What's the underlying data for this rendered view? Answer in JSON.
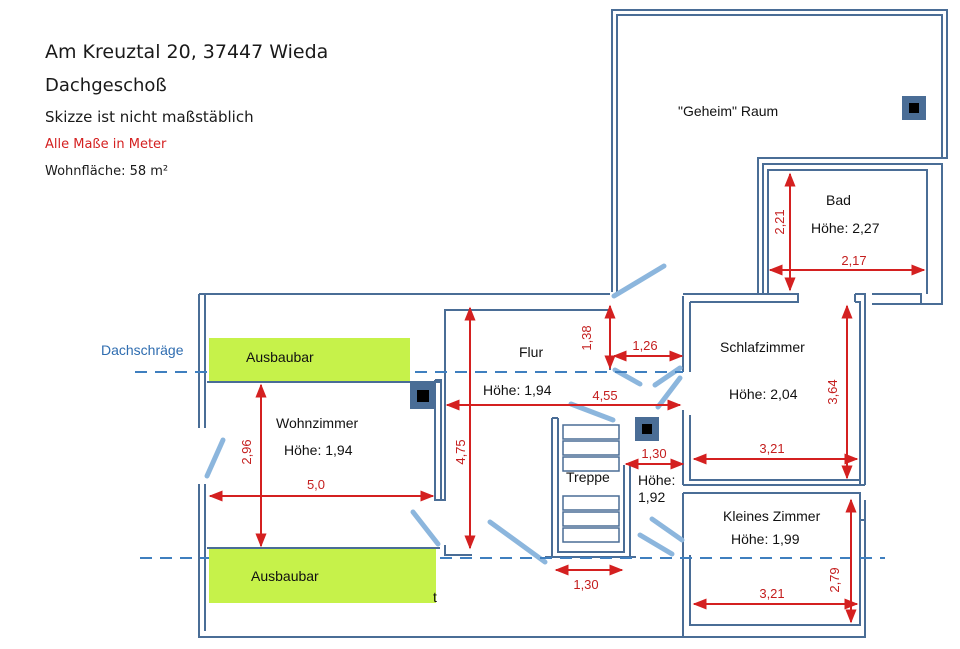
{
  "header": {
    "address": "Am Kreuztal 20, 37447 Wieda",
    "floor": "Dachgeschoß",
    "note": "Skizze ist nicht maßstäblich",
    "units": "Alle Maße in Meter",
    "living_area": "Wohnfläche: 58 m²"
  },
  "rooms": {
    "geheim": "\"Geheim\" Raum",
    "bad": "Bad",
    "bad_height": "Höhe: 2,27",
    "flur": "Flur",
    "flur_height": "Höhe: 1,94",
    "schlaf": "Schlafzimmer",
    "schlaf_height": "Höhe: 2,04",
    "wohn": "Wohnzimmer",
    "wohn_height": "Höhe: 1,94",
    "treppe": "Treppe",
    "treppe_height_1": "Höhe:",
    "treppe_height_2": "1,92",
    "klein": "Kleines Zimmer",
    "klein_height": "Höhe: 1,99",
    "ausbau_top": "Ausbaubar",
    "ausbau_bottom": "Ausbaubar",
    "hidden_tail": "t"
  },
  "labels": {
    "dachschraege": "Dachschräge"
  },
  "dimensions": {
    "bad_h": "2,21",
    "bad_w": "2,17",
    "flur_h": "1,38",
    "door_w": "1,26",
    "schlaf_h": "3,64",
    "schlaf_w": "3,21",
    "flur_w": "4,55",
    "flur_len": "4,75",
    "wohn_h": "2,96",
    "wohn_w": "5,0",
    "treppe_gap": "1,30",
    "treppe_w": "1,30",
    "klein_h": "2,79",
    "klein_w": "3,21"
  },
  "colors": {
    "wall": "#4a6d96",
    "door": "#8cb6dd",
    "dimension": "#d42020",
    "ausbau": "#c6f24a",
    "dashed": "#3f7fbf",
    "chimney": "#4a6d96"
  }
}
